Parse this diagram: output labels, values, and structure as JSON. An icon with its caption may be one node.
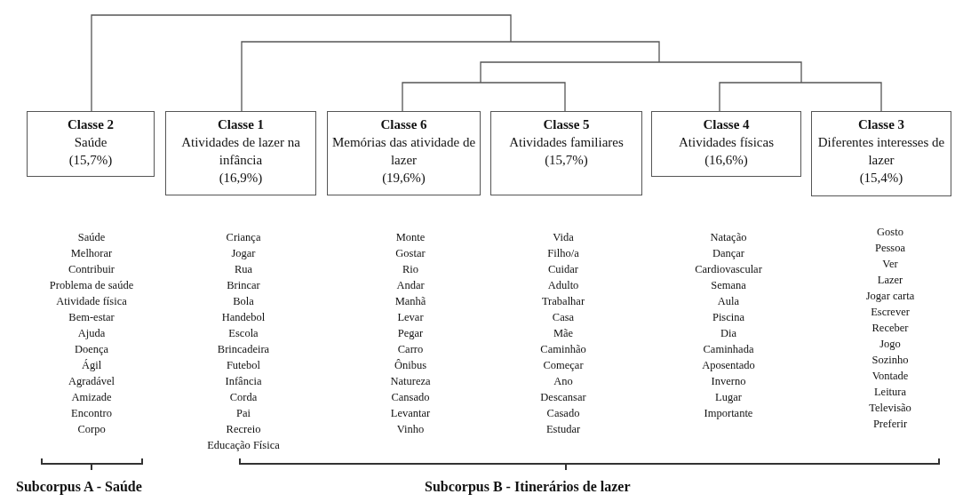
{
  "diagram": {
    "nodes": [
      {
        "text": [
          "Classe 2",
          "Saúde",
          "(15,7%)"
        ],
        "beside": [
          "Saúde",
          "Melhorar",
          "Contribuir",
          "Problema de saúde",
          "Atividade física",
          "Bem-estar",
          "Ajuda",
          "Doença",
          "Ágil",
          "Agradável",
          "Amizade",
          "Encontro",
          "Corpo"
        ]
      },
      {
        "text": [
          "Classe 1",
          "Atividades de lazer na infância",
          "(16,9%)"
        ],
        "beside": [
          "Criança",
          "Jogar",
          "Rua",
          "Brincar",
          "Bola",
          "Handebol",
          "Escola",
          "Brincadeira",
          "Futebol",
          "Infância",
          "Corda",
          "Pai",
          "Recreio",
          "Educação Física"
        ]
      },
      {
        "text": [
          "Classe 6",
          "Memórias das atividade de lazer",
          "(19,6%)"
        ],
        "beside": [
          "Monte",
          "Gostar",
          "Rio",
          "Andar",
          "Manhã",
          "Levar",
          "Pegar",
          "Carro",
          "Ônibus",
          "Natureza",
          "Cansado",
          "Levantar",
          "Vinho"
        ]
      },
      {
        "text": [
          "Classe 5",
          "Atividades familiares",
          "(15,7%)"
        ],
        "beside": [
          "Vida",
          "Filho/a",
          "Cuidar",
          "Adulto",
          "Trabalhar",
          "Casa",
          "Mãe",
          "Caminhão",
          "Começar",
          "Ano",
          "Descansar",
          "Casado",
          "Estudar"
        ]
      },
      {
        "text": [
          "Classe 4",
          "Atividades físicas",
          "(16,6%)"
        ],
        "beside": [
          "Natação",
          "Dançar",
          "Cardiovascular",
          "Semana",
          "Aula",
          "Piscina",
          "Dia",
          "Caminhada",
          "Aposentado",
          "Inverno",
          "Lugar",
          "Importante"
        ]
      },
      {
        "text": [
          "Classe 3",
          "Diferentes interesses de lazer",
          "(15,4%)"
        ],
        "beside": [
          "Gosto",
          "Pessoa",
          "Ver",
          "Lazer",
          "Jogar carta",
          "Escrever",
          "Receber",
          "Jogo",
          "Sozinho",
          "Vontade",
          "Leitura",
          "Televisão",
          "Preferir"
        ]
      }
    ],
    "edges": [
      {
        "from": 2,
        "to": 3,
        "arrow": "none"
      },
      {
        "from": 4,
        "to": 5,
        "arrow": "none"
      }
    ],
    "labels": [
      "Subcorpus A - Saúde",
      "Subcorpus B - Itinerários de lazer"
    ]
  }
}
